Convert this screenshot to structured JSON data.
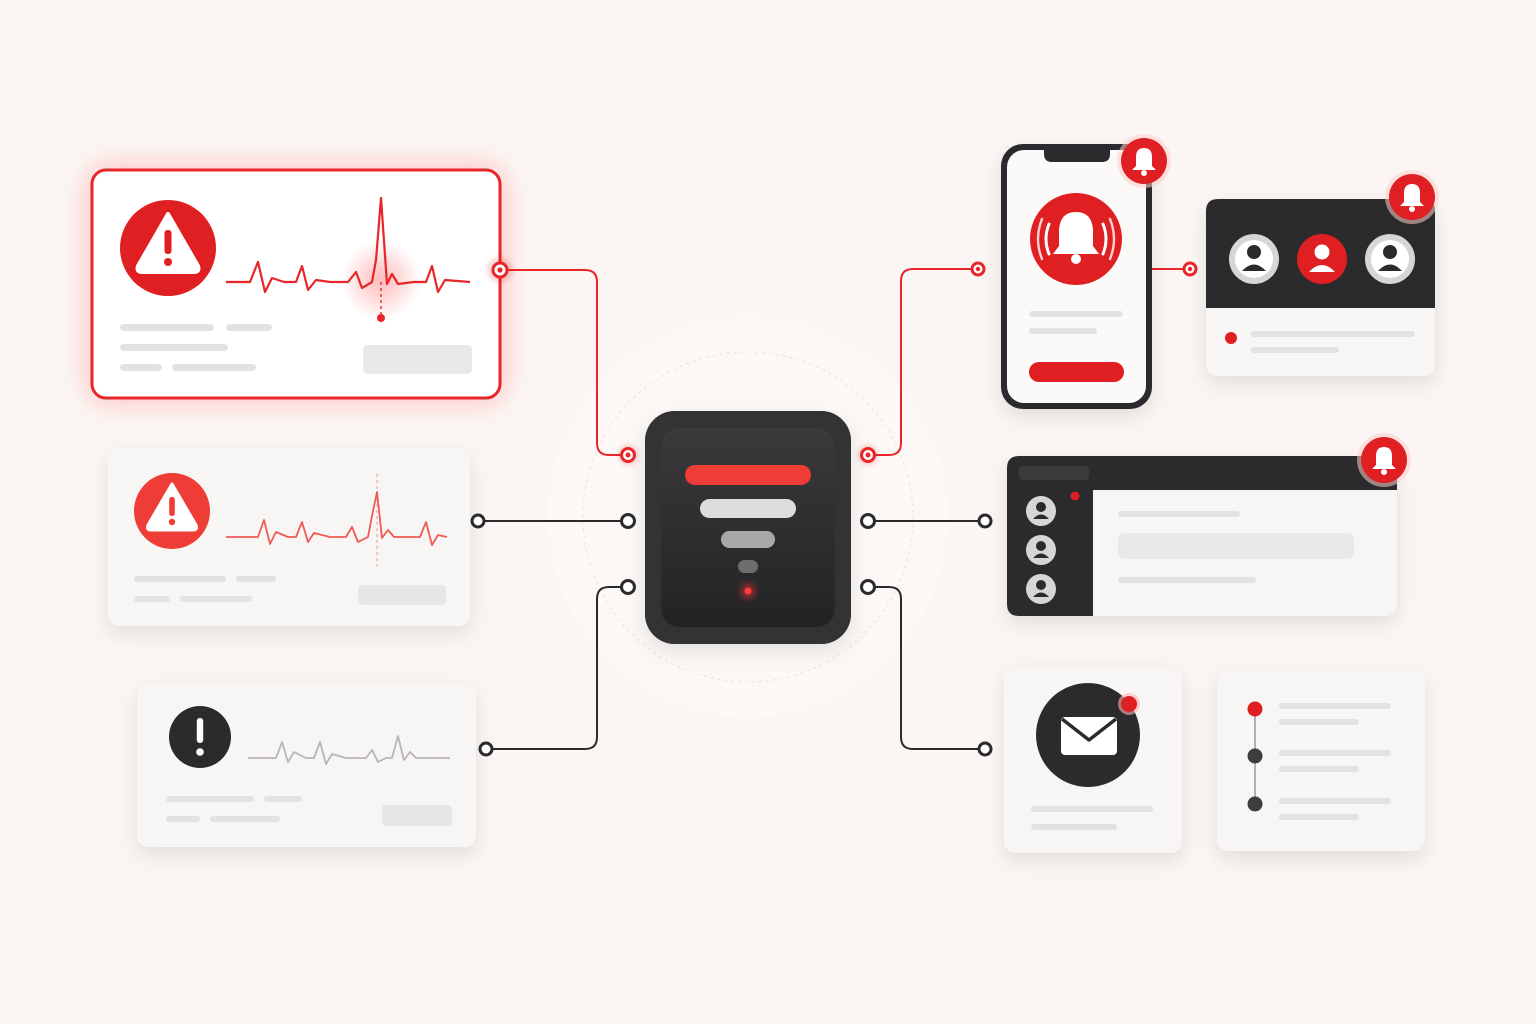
{
  "diagram": {
    "hub": {
      "icon": "filter-funnel-icon",
      "indicator": "status-led-red"
    },
    "alert_sources": [
      {
        "severity": "critical",
        "icon": "warning-triangle-icon",
        "highlighted": true,
        "color": "#e8262a"
      },
      {
        "severity": "warning",
        "icon": "warning-triangle-icon",
        "highlighted": false,
        "color": "#ef4a45"
      },
      {
        "severity": "info",
        "icon": "exclamation-circle-icon",
        "highlighted": false,
        "color": "#2b2b2e"
      }
    ],
    "destinations": [
      {
        "type": "mobile-push",
        "icon": "ringing-bell-icon",
        "badge": "bell-icon"
      },
      {
        "type": "on-call-team",
        "icon": "user-avatar-icon",
        "badge": "bell-icon",
        "avatars": 3
      },
      {
        "type": "chat-channel",
        "icon": "user-avatar-icon",
        "badge": "bell-icon",
        "avatars": 3
      },
      {
        "type": "email",
        "icon": "envelope-icon",
        "badge": "red-dot"
      },
      {
        "type": "timeline",
        "icon": "timeline-icon",
        "steps": 3
      }
    ],
    "colors": {
      "accent": "#e8262a",
      "dark": "#2b2b2e",
      "background": "#fbf6f3",
      "card": "#f6f5f4",
      "placeholder": "#e4e2e1"
    }
  }
}
